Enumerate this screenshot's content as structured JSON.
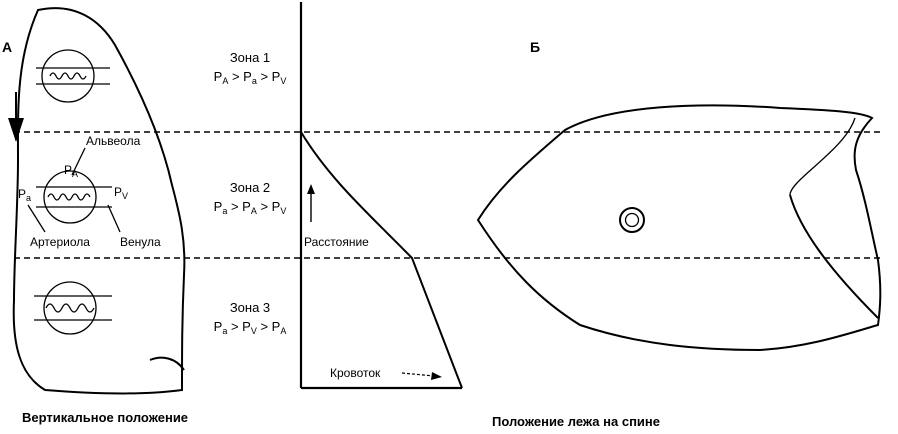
{
  "panels": {
    "left_letter": "А",
    "right_letter": "Б",
    "left_caption": "Вертикальное положение",
    "right_caption": "Положение лежа на спине"
  },
  "zones": [
    {
      "title": "Зона 1",
      "order": [
        "A",
        "a",
        "V"
      ]
    },
    {
      "title": "Зона 2",
      "order": [
        "a",
        "A",
        "V"
      ]
    },
    {
      "title": "Зона 3",
      "order": [
        "a",
        "V",
        "A"
      ]
    }
  ],
  "pressure_symbol": "P",
  "subscripts": {
    "A": "A",
    "a": "a",
    "V": "V"
  },
  "comparison_sign": ">",
  "vessel_labels": {
    "alveola": "Альвеола",
    "arteriola": "Артериола",
    "venula": "Венула",
    "p_alveolar": "P",
    "p_alveolar_sub": "A",
    "p_arterial": "P",
    "p_arterial_sub": "a",
    "p_venous": "P",
    "p_venous_sub": "V"
  },
  "graph": {
    "ylabel": "Расстояние",
    "xlabel": "Кровоток"
  }
}
